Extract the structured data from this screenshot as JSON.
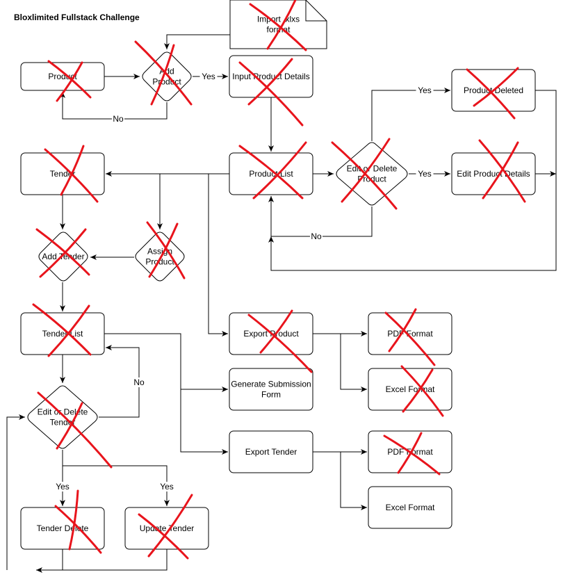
{
  "title": "Bloxlimited Fullstack Challenge",
  "colors": {
    "stroke": "#000000",
    "fill": "#ffffff",
    "cross": "#e8141c"
  },
  "nodes": [
    {
      "id": "import_xlxs",
      "kind": "note",
      "lines": [
        "Import .xlxs",
        "format"
      ],
      "crossed": true
    },
    {
      "id": "product",
      "kind": "rect",
      "lines": [
        "Product"
      ],
      "crossed": true
    },
    {
      "id": "add_product",
      "kind": "diamond",
      "lines": [
        "Add",
        "Product"
      ],
      "crossed": true
    },
    {
      "id": "input_product_details",
      "kind": "rect",
      "lines": [
        "Input Product Details"
      ],
      "crossed": true
    },
    {
      "id": "product_deleted",
      "kind": "rect",
      "lines": [
        "Product Deleted"
      ],
      "crossed": true
    },
    {
      "id": "tender",
      "kind": "rect",
      "lines": [
        "Tender"
      ],
      "crossed": true
    },
    {
      "id": "product_list",
      "kind": "rect",
      "lines": [
        "Product List"
      ],
      "crossed": true
    },
    {
      "id": "edit_delete_product",
      "kind": "diamond",
      "lines": [
        "Edit or Delete",
        "Product"
      ],
      "crossed": true
    },
    {
      "id": "edit_product_details",
      "kind": "rect",
      "lines": [
        "Edit Product Details"
      ],
      "crossed": true
    },
    {
      "id": "add_tender",
      "kind": "diamond",
      "lines": [
        "Add Tender"
      ],
      "crossed": true
    },
    {
      "id": "assign_product",
      "kind": "diamond",
      "lines": [
        "Assign",
        "Product"
      ],
      "crossed": true
    },
    {
      "id": "tender_list",
      "kind": "rect",
      "lines": [
        "Tender List"
      ],
      "crossed": true
    },
    {
      "id": "export_product",
      "kind": "rect",
      "lines": [
        "Export Product"
      ],
      "crossed": true
    },
    {
      "id": "pdf_format_1",
      "kind": "rect",
      "lines": [
        "PDF Format"
      ],
      "crossed": true
    },
    {
      "id": "generate_submission_form",
      "kind": "rect",
      "lines": [
        "Generate Submission",
        "Form"
      ],
      "crossed": false
    },
    {
      "id": "excel_format_1",
      "kind": "rect",
      "lines": [
        "Excel Format"
      ],
      "crossed": true
    },
    {
      "id": "edit_delete_tender",
      "kind": "diamond",
      "lines": [
        "Edit or Delete",
        "Tender"
      ],
      "crossed": true
    },
    {
      "id": "export_tender",
      "kind": "rect",
      "lines": [
        "Export Tender"
      ],
      "crossed": false
    },
    {
      "id": "pdf_format_2",
      "kind": "rect",
      "lines": [
        "PDF Format"
      ],
      "crossed": true
    },
    {
      "id": "excel_format_2",
      "kind": "rect",
      "lines": [
        "Excel Format"
      ],
      "crossed": false
    },
    {
      "id": "tender_delete",
      "kind": "rect",
      "lines": [
        "Tender Delete"
      ],
      "crossed": true
    },
    {
      "id": "update_tender",
      "kind": "rect",
      "lines": [
        "Update Tender"
      ],
      "crossed": true
    }
  ],
  "edges": [
    {
      "id": "import_to_add",
      "from": "import_xlxs",
      "to": "add_product",
      "label": ""
    },
    {
      "id": "product_to_add",
      "from": "product",
      "to": "add_product",
      "label": ""
    },
    {
      "id": "add_yes_input",
      "from": "add_product",
      "to": "input_product_details",
      "label": "Yes"
    },
    {
      "id": "add_no_product",
      "from": "add_product",
      "to": "product",
      "label": "No"
    },
    {
      "id": "input_to_list",
      "from": "input_product_details",
      "to": "product_list",
      "label": ""
    },
    {
      "id": "list_to_editdel",
      "from": "product_list",
      "to": "edit_delete_product",
      "label": ""
    },
    {
      "id": "editdel_yes_deleted",
      "from": "edit_delete_product",
      "to": "product_deleted",
      "label": "Yes"
    },
    {
      "id": "editdel_yes_edit",
      "from": "edit_delete_product",
      "to": "edit_product_details",
      "label": "Yes"
    },
    {
      "id": "editdel_no_list",
      "from": "edit_delete_product",
      "to": "product_list",
      "label": "No"
    },
    {
      "id": "deleted_loop_list",
      "from": "product_deleted",
      "to": "product_list",
      "label": ""
    },
    {
      "id": "edit_details_out",
      "from": "edit_product_details",
      "to": "",
      "label": ""
    },
    {
      "id": "list_to_tender",
      "from": "product_list",
      "to": "tender",
      "label": ""
    },
    {
      "id": "list_to_assign",
      "from": "product_list",
      "to": "assign_product",
      "label": ""
    },
    {
      "id": "list_to_export_product",
      "from": "product_list",
      "to": "export_product",
      "label": ""
    },
    {
      "id": "tender_to_add_tender",
      "from": "tender",
      "to": "add_tender",
      "label": ""
    },
    {
      "id": "assign_to_add_tender",
      "from": "assign_product",
      "to": "add_tender",
      "label": ""
    },
    {
      "id": "add_tender_to_list",
      "from": "add_tender",
      "to": "tender_list",
      "label": ""
    },
    {
      "id": "export_product_pdf",
      "from": "export_product",
      "to": "pdf_format_1",
      "label": ""
    },
    {
      "id": "export_product_excel",
      "from": "export_product",
      "to": "excel_format_1",
      "label": ""
    },
    {
      "id": "tlist_to_submission",
      "from": "tender_list",
      "to": "generate_submission_form",
      "label": ""
    },
    {
      "id": "tlist_to_export_tender",
      "from": "tender_list",
      "to": "export_tender",
      "label": ""
    },
    {
      "id": "tlist_to_editdel",
      "from": "tender_list",
      "to": "edit_delete_tender",
      "label": ""
    },
    {
      "id": "editdel_tender_no",
      "from": "edit_delete_tender",
      "to": "tender_list",
      "label": "No"
    },
    {
      "id": "editdel_tender_yes_delete",
      "from": "edit_delete_tender",
      "to": "tender_delete",
      "label": "Yes"
    },
    {
      "id": "editdel_tender_yes_update",
      "from": "edit_delete_tender",
      "to": "update_tender",
      "label": "Yes"
    },
    {
      "id": "export_tender_pdf",
      "from": "export_tender",
      "to": "pdf_format_2",
      "label": ""
    },
    {
      "id": "export_tender_excel",
      "from": "export_tender",
      "to": "excel_format_2",
      "label": ""
    },
    {
      "id": "tender_loop_back",
      "from": "update_tender",
      "to": "edit_delete_tender",
      "label": ""
    }
  ]
}
